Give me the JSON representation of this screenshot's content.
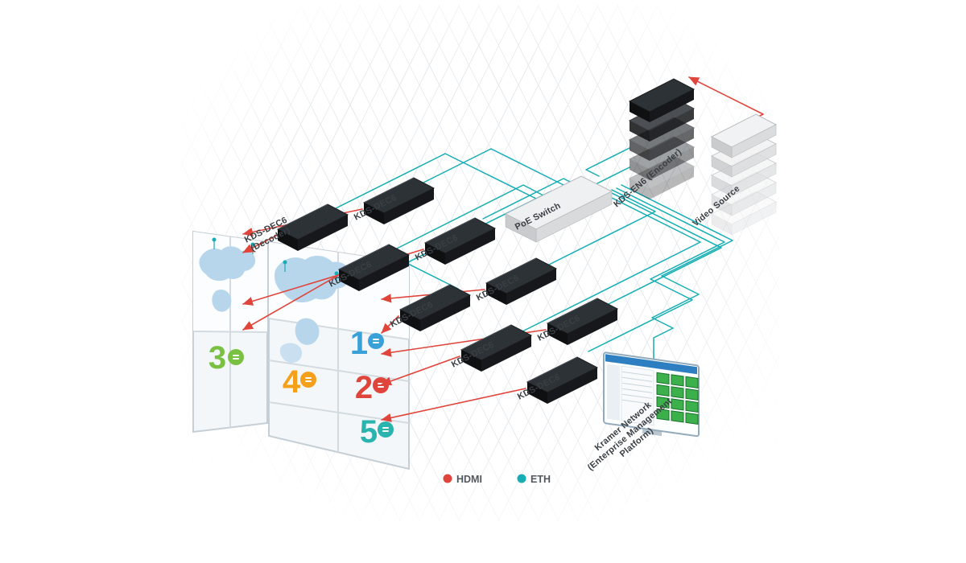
{
  "diagram": {
    "encoder": {
      "label": "KDS-EN6 (Encoder)"
    },
    "video_source": {
      "label": "Video Source"
    },
    "switch": {
      "label": "PoE Switch"
    },
    "decoder": {
      "label": "KDS-DEC6",
      "primary_label_line1": "KDS-DEC6",
      "primary_label_line2": "(Decoder)"
    },
    "management": {
      "line1": "Kramer Network",
      "line2": "(Enterprise Management",
      "line3": "Platform)"
    },
    "screens": [
      {
        "number": "1",
        "color": "#3aa0d8"
      },
      {
        "number": "2",
        "color": "#e0453c"
      },
      {
        "number": "3",
        "color": "#7ac143"
      },
      {
        "number": "4",
        "color": "#f5a01a"
      },
      {
        "number": "5",
        "color": "#2bb3ad"
      }
    ],
    "legend": {
      "hdmi": {
        "label": "HDMI",
        "color": "#e0453c"
      },
      "eth": {
        "label": "ETH",
        "color": "#16aeb4"
      }
    }
  }
}
